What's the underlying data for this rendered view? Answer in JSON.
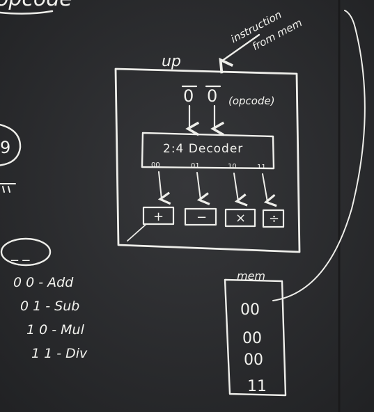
{
  "board": {
    "heading": "opcode",
    "processor_label": "up",
    "annotation_line1": "instruction",
    "annotation_line2": "from mem",
    "opcode_bit_1": "0",
    "opcode_bit_2": "0",
    "opcode_note": "(opcode)",
    "decoder_label": "2:4 Decoder",
    "decoder_outputs": [
      "00",
      "01",
      "10",
      "11"
    ],
    "operations": [
      "+",
      "−",
      "×",
      "÷"
    ],
    "left_circle": "9",
    "blank_slot": "_ _",
    "opcode_table": [
      "0 0 - Add",
      "0 1 - Sub",
      "1 0 - Mul",
      "1 1 - Div"
    ],
    "memory_label": "mem",
    "memory_cells": [
      "00",
      "00",
      "00",
      "11"
    ]
  },
  "colors": {
    "board": "#2a2b2d",
    "chalk": "#f2f2ee"
  }
}
